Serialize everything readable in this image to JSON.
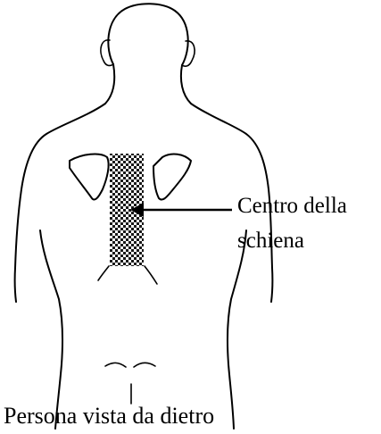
{
  "callout": {
    "line1": "Centro della",
    "line2": "schiena"
  },
  "caption": "Persona vista da dietro",
  "colors": {
    "ink": "#000000",
    "background": "#ffffff"
  }
}
